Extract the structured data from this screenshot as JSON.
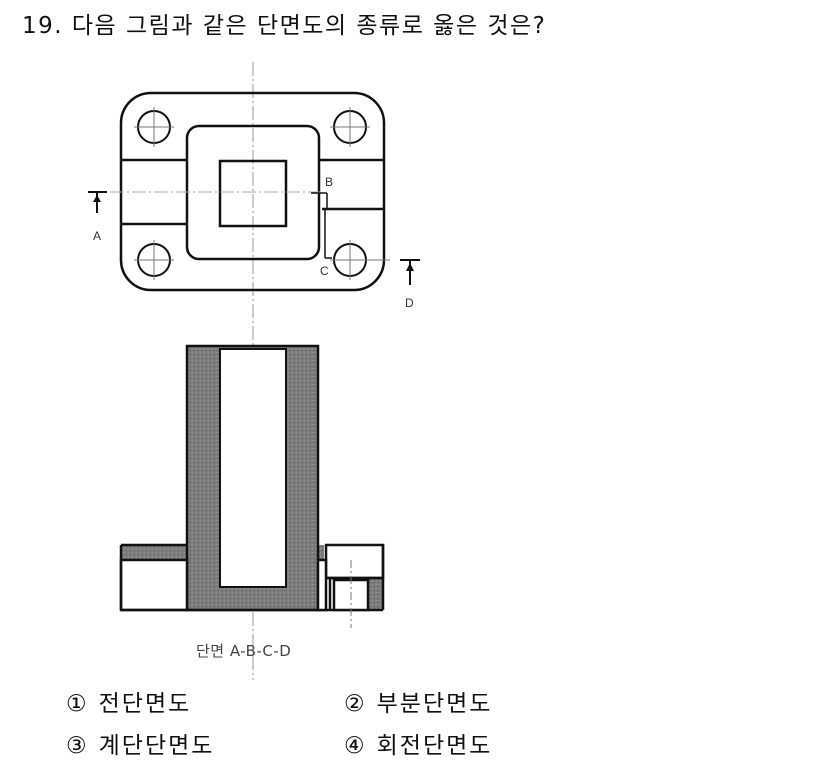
{
  "question": {
    "number": "19.",
    "text": "다음 그림과 같은 단면도의 종류로 옳은 것은?"
  },
  "figure": {
    "top_view": {
      "cutting_plane_labels": [
        "A",
        "B",
        "C",
        "D"
      ]
    },
    "section_view": {
      "caption": "단면 A-B-C-D",
      "hatch_color": "#7a7a7a"
    }
  },
  "options": [
    {
      "num": "①",
      "label": "전단면도"
    },
    {
      "num": "②",
      "label": "부분단면도"
    },
    {
      "num": "③",
      "label": "계단단면도"
    },
    {
      "num": "④",
      "label": "회전단면도"
    }
  ]
}
